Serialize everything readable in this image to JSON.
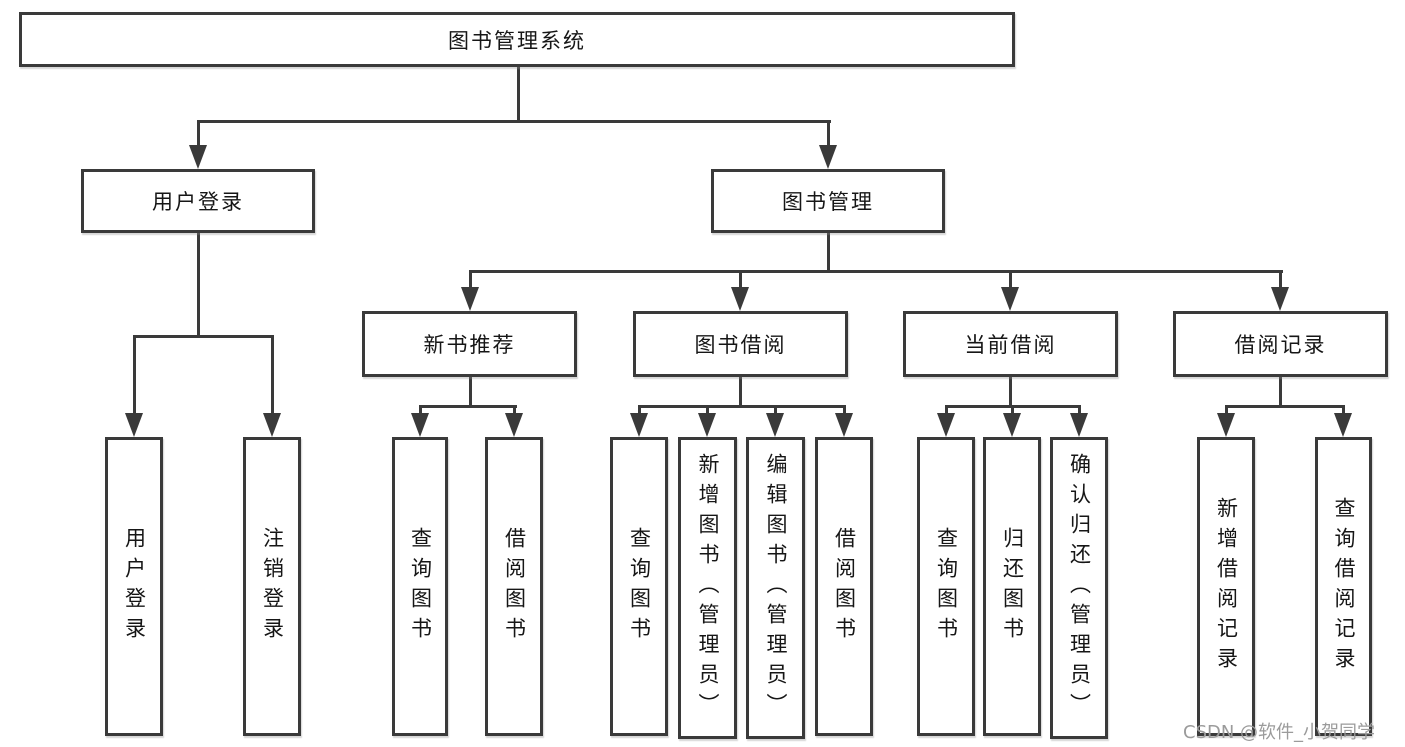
{
  "nodes": {
    "root": "图书管理系统",
    "user_login": "用户登录",
    "book_mgmt": "图书管理",
    "user_login_leaf": "用户登录",
    "logout": "注销登录",
    "new_book_rec": "新书推荐",
    "book_borrow": "图书借阅",
    "current_borrow": "当前借阅",
    "borrow_record": "借阅记录",
    "nb_query": "查询图书",
    "nb_borrow": "借阅图书",
    "bb_query": "查询图书",
    "bb_add": "新增图书（管理员）",
    "bb_edit": "编辑图书（管理员）",
    "bb_borrow": "借阅图书",
    "cb_query": "查询图书",
    "cb_return": "归还图书",
    "cb_confirm": "确认归还（管理员）",
    "br_add": "新增借阅记录",
    "br_query": "查询借阅记录"
  },
  "hierarchy": {
    "label": "图书管理系统",
    "children": [
      {
        "label": "用户登录",
        "children": [
          {
            "label": "用户登录"
          },
          {
            "label": "注销登录"
          }
        ]
      },
      {
        "label": "图书管理",
        "children": [
          {
            "label": "新书推荐",
            "children": [
              {
                "label": "查询图书"
              },
              {
                "label": "借阅图书"
              }
            ]
          },
          {
            "label": "图书借阅",
            "children": [
              {
                "label": "查询图书"
              },
              {
                "label": "新增图书（管理员）"
              },
              {
                "label": "编辑图书（管理员）"
              },
              {
                "label": "借阅图书"
              }
            ]
          },
          {
            "label": "当前借阅",
            "children": [
              {
                "label": "查询图书"
              },
              {
                "label": "归还图书"
              },
              {
                "label": "确认归还（管理员）"
              }
            ]
          },
          {
            "label": "借阅记录",
            "children": [
              {
                "label": "新增借阅记录"
              },
              {
                "label": "查询借阅记录"
              }
            ]
          }
        ]
      }
    ]
  },
  "watermark": "CSDN @软件_小贺同学",
  "colors": {
    "background": "#ffffff",
    "line": "#3a3a3a",
    "box_border": "#3a3a3a",
    "text": "#161616",
    "watermark": "#9b9b9b"
  }
}
